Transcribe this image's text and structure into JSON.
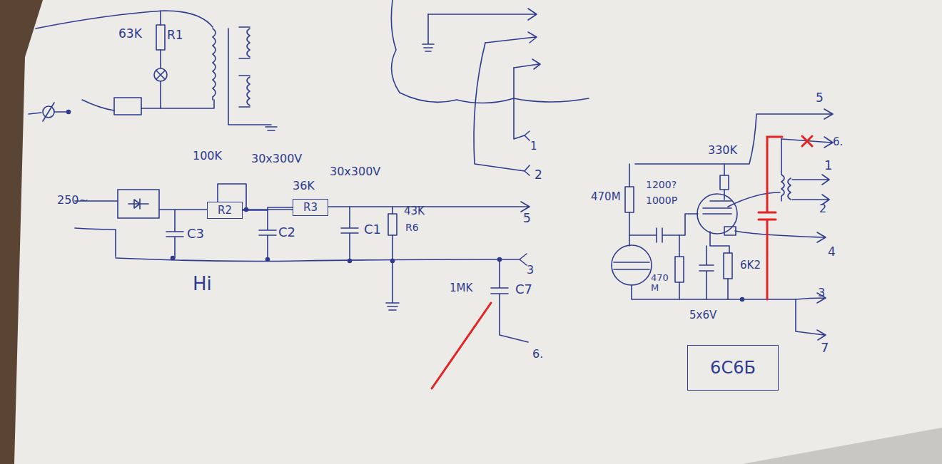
{
  "diagram": {
    "nodes": [
      {
        "text": [
          "R2"
        ]
      },
      {
        "text": [
          "R3"
        ]
      },
      {
        "text": [
          "6С6Б"
        ]
      }
    ],
    "edges": [
      {
        "from": 0,
        "to": 1,
        "arrow": "none"
      }
    ],
    "labels": [
      "63K",
      "R1",
      "1",
      "2",
      "100K",
      "30x300V",
      "36K",
      "30x300V",
      "250~",
      "C3",
      "C2",
      "C1",
      "43K",
      "R6",
      "5",
      "3",
      "1MK",
      "C7",
      "6.",
      "Hi",
      "5",
      "6.",
      "330K",
      "1",
      "2",
      "470M",
      "1200?",
      "1000P",
      "4",
      "6K2",
      "470 M",
      "5x6V",
      "3",
      "7"
    ]
  }
}
